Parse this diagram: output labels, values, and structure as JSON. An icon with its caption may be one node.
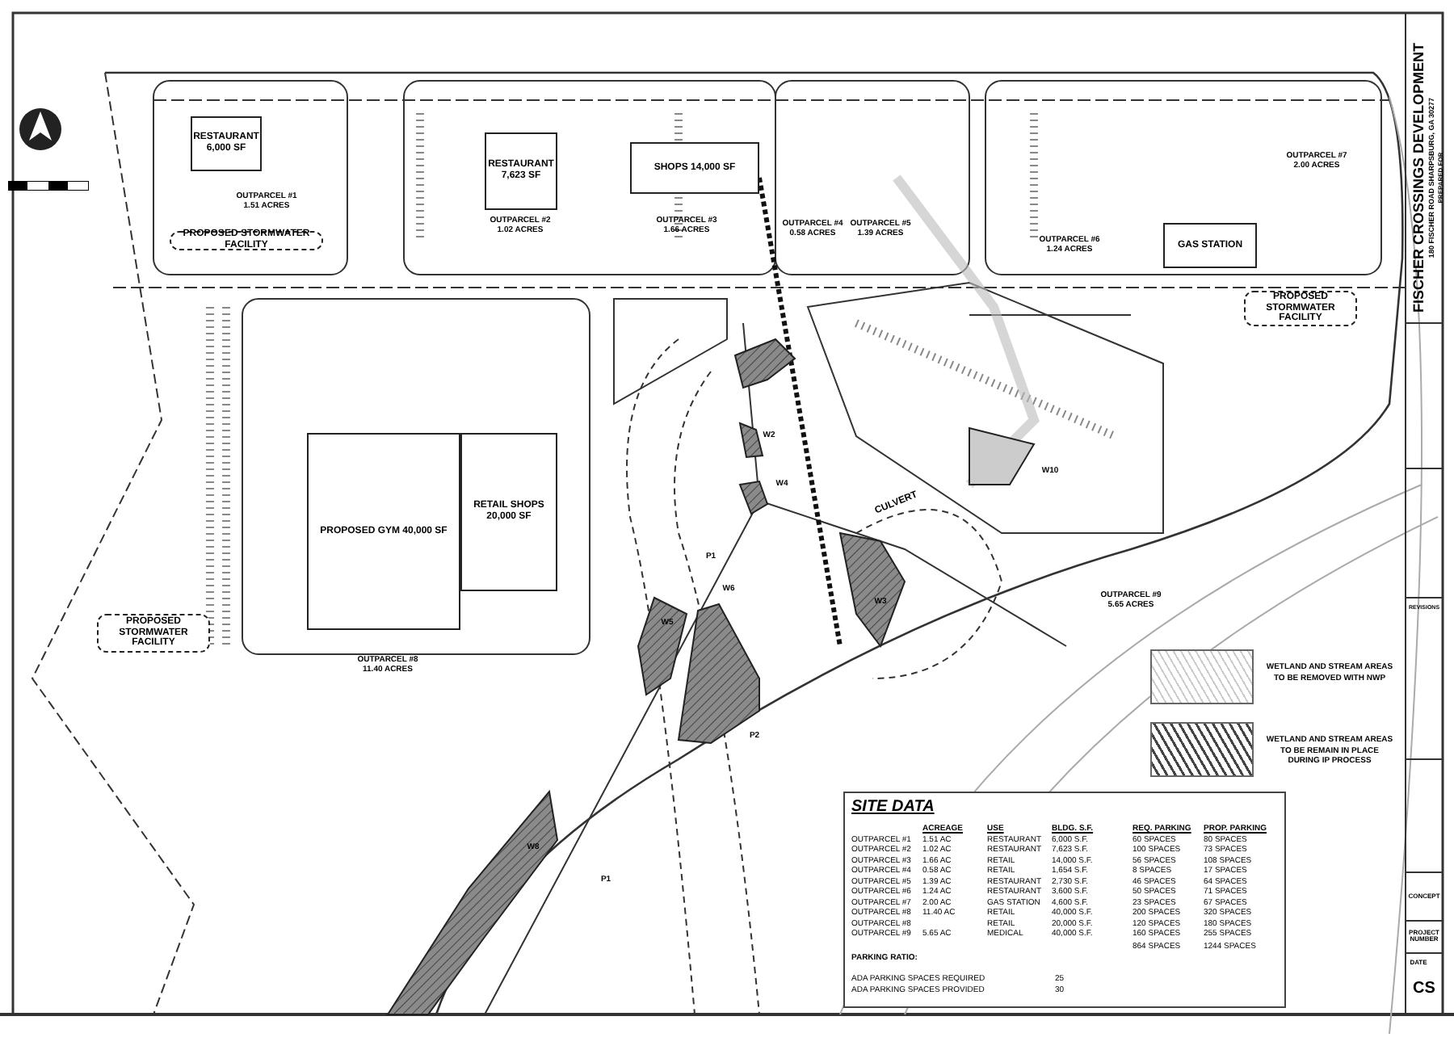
{
  "diagram": {
    "title": "FISCHER CROSSINGS DEVELOPMENT",
    "nodes": [
      {
        "text": [
          "RESTAURANT 6,000 SF"
        ]
      },
      {
        "text": [
          "RESTAURANT 7,623 SF"
        ]
      },
      {
        "text": [
          "SHOPS 14,000 SF"
        ]
      },
      {
        "text": [
          "GAS STATION"
        ]
      },
      {
        "text": [
          "PROPOSED GYM 40,000 SF"
        ]
      },
      {
        "text": [
          "RETAIL SHOPS 20,000 SF"
        ]
      },
      {
        "text": [
          "PROPOSED STORMWATER FACILITY"
        ]
      },
      {
        "text": [
          "PROPOSED STORMWATER FACILITY"
        ]
      },
      {
        "text": [
          "PROPOSED STORMWATER FACILITY"
        ]
      }
    ],
    "edges": [],
    "labels": [
      "180 FISCHER ROAD SHARPSBURG, GA 30277",
      "PREPARED FOR",
      "REVISIONS",
      "CONCEPT",
      "PROJECT NUMBER",
      "DATE",
      "CS",
      "OUTPARCEL #1 1.51 ACRES",
      "OUTPARCEL #2 1.02 ACRES",
      "OUTPARCEL #3 1.66 ACRES",
      "OUTPARCEL #4 0.58 ACRES",
      "OUTPARCEL #5 1.39 ACRES",
      "OUTPARCEL #6 1.24 ACRES",
      "OUTPARCEL #7 2.00 ACRES",
      "OUTPARCEL #8 11.40 ACRES",
      "OUTPARCEL #9 5.65 ACRES",
      "CULVERT",
      "W2",
      "W4",
      "W6",
      "W5",
      "W3",
      "W10",
      "W8",
      "P1",
      "P2",
      "P1",
      "SITE DATA",
      "ACREAGE",
      "USE",
      "BLDG. S.F.",
      "REQ. PARKING",
      "PROP. PARKING",
      "OUTPARCEL #1",
      "1.51 AC",
      "RESTAURANT",
      "6,000 S.F.",
      "60 SPACES",
      "80 SPACES",
      "OUTPARCEL #2",
      "1.02 AC",
      "RESTAURANT",
      "7,623 S.F.",
      "100 SPACES",
      "73 SPACES",
      "OUTPARCEL #3",
      "1.66 AC",
      "RETAIL",
      "14,000 S.F.",
      "56 SPACES",
      "108 SPACES",
      "OUTPARCEL #4",
      "0.58 AC",
      "RETAIL",
      "1,654 S.F.",
      "8 SPACES",
      "17 SPACES",
      "OUTPARCEL #5",
      "1.39 AC",
      "RESTAURANT",
      "2,730 S.F.",
      "46 SPACES",
      "64 SPACES",
      "OUTPARCEL #6",
      "1.24 AC",
      "RESTAURANT",
      "3,600 S.F.",
      "50 SPACES",
      "71 SPACES",
      "OUTPARCEL #7",
      "2.00 AC",
      "GAS STATION",
      "4,600 S.F.",
      "23 SPACES",
      "67 SPACES",
      "OUTPARCEL #8",
      "11.40 AC",
      "RETAIL",
      "40,000 S.F.",
      "200 SPACES",
      "320 SPACES",
      "OUTPARCEL #8",
      "RETAIL",
      "20,000 S.F.",
      "120 SPACES",
      "180 SPACES",
      "OUTPARCEL #9",
      "5.65 AC",
      "MEDICAL",
      "40,000 S.F.",
      "160 SPACES",
      "255 SPACES",
      "864 SPACES",
      "1244 SPACES",
      "PARKING RATIO:",
      "ADA PARKING SPACES REQUIRED",
      "25",
      "ADA PARKING SPACES PROVIDED",
      "30"
    ],
    "legend": [
      {
        "text": "WETLAND AND STREAM AREAS TO BE REMOVED WITH NWP"
      },
      {
        "text": "WETLAND AND STREAM AREAS TO BE REMAIN IN PLACE DURING IP PROCESS"
      }
    ]
  }
}
